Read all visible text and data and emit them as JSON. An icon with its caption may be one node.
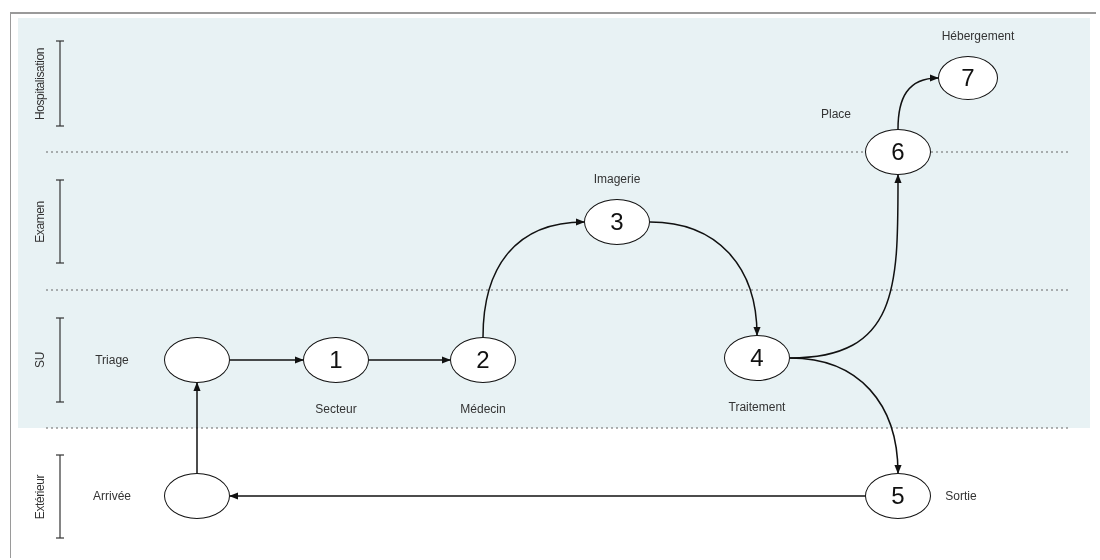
{
  "diagram": {
    "nodes": [
      {
        "text": [],
        "shape": "circle",
        "beside": [
          "Arrivée"
        ]
      },
      {
        "text": [],
        "shape": "circle",
        "beside": [
          "Triage"
        ]
      },
      {
        "text": [
          "1"
        ],
        "beside": [
          "Secteur"
        ]
      },
      {
        "text": [
          "2"
        ],
        "beside": [
          "Médecin"
        ]
      },
      {
        "text": [
          "3"
        ],
        "beside": [
          "Imagerie"
        ]
      },
      {
        "text": [
          "4"
        ],
        "beside": [
          "Traitement"
        ]
      },
      {
        "text": [
          "5"
        ],
        "beside": [
          "Sortie"
        ]
      },
      {
        "text": [
          "6"
        ],
        "beside": [
          "Place"
        ]
      },
      {
        "text": [
          "7"
        ],
        "beside": [
          "Hébergement"
        ]
      }
    ],
    "edges": [
      {
        "from": 0,
        "to": 1,
        "arrow": "to"
      },
      {
        "from": 1,
        "to": 2,
        "arrow": "to"
      },
      {
        "from": 2,
        "to": 3,
        "arrow": "to"
      },
      {
        "from": 3,
        "to": 4,
        "arrow": "to"
      },
      {
        "from": 4,
        "to": 5,
        "arrow": "to"
      },
      {
        "from": 5,
        "to": 7,
        "arrow": "to"
      },
      {
        "from": 5,
        "to": 6,
        "arrow": "to"
      },
      {
        "from": 6,
        "to": 0,
        "arrow": "to"
      },
      {
        "from": 7,
        "to": 8,
        "arrow": "to"
      }
    ],
    "labels": [
      "Hospitalisation",
      "Examen",
      "SU",
      "Extérieur"
    ]
  }
}
